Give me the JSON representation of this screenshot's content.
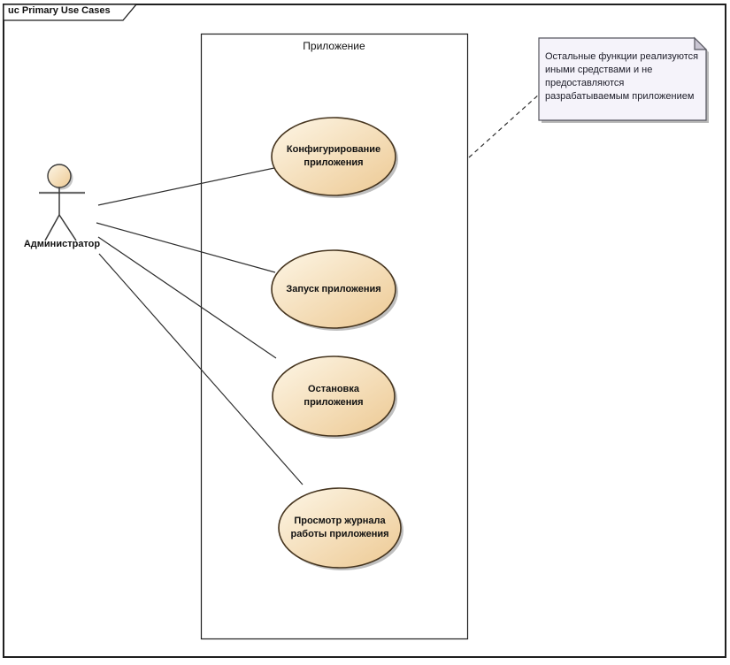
{
  "frame": {
    "title": "uc Primary Use Cases"
  },
  "system_boundary": {
    "label": "Приложение"
  },
  "actor": {
    "label": "Администратор"
  },
  "use_cases": [
    {
      "name": "configure-application",
      "lines": [
        "Конфигурирование",
        "приложения"
      ]
    },
    {
      "name": "start-application",
      "lines": [
        "Запуск приложения"
      ]
    },
    {
      "name": "stop-application",
      "lines": [
        "Остановка",
        "приложения"
      ]
    },
    {
      "name": "view-application-log",
      "lines": [
        "Просмотр журнала",
        "работы приложения"
      ]
    }
  ],
  "note": {
    "lines": [
      "Остальные функции реализуются",
      "иными средствами и не",
      "предоставляются",
      "разрабатываемым приложением"
    ]
  },
  "colors": {
    "usecase_fill_start": "#fdf6e6",
    "usecase_fill_end": "#edc993",
    "usecase_border": "#46351f",
    "shadow_gray": "#bfbfbf",
    "note_fill": "#f5f3fa",
    "note_fold": "#c9c5d2",
    "note_border": "#56565f",
    "frame_border": "#1f1f1f",
    "connector": "#2e2e2e",
    "background": "#ffffff"
  }
}
